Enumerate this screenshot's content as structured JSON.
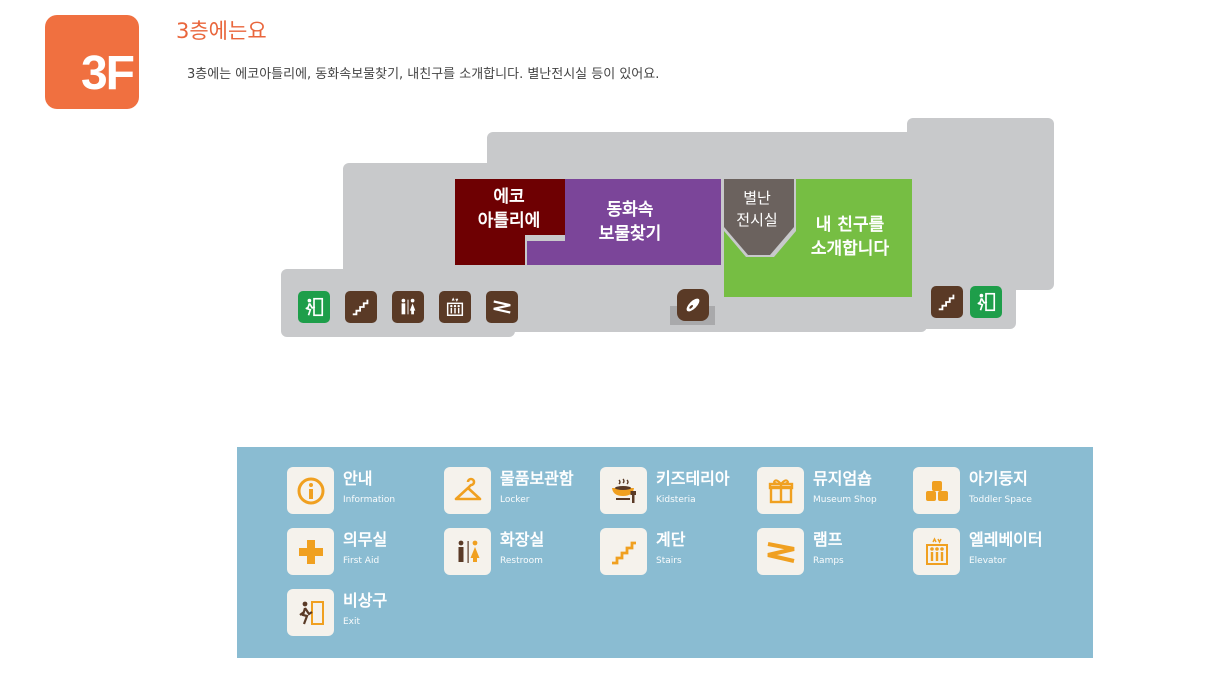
{
  "header": {
    "badge": "3F",
    "title": "3층에는요",
    "description": "3층에는 에코아틀리에, 동화속보물찾기, 내친구를 소개합니다. 별난전시실 등이 있어요."
  },
  "map": {
    "rooms": {
      "eco": "에코\n아틀리에",
      "treasure": "동화속\n보물찾기",
      "special": "별난\n전시실",
      "friend": "내 친구를\n소개합니다"
    }
  },
  "legend": {
    "items": [
      {
        "ko": "안내",
        "en": "Information",
        "icon": "info-icon"
      },
      {
        "ko": "물품보관함",
        "en": "Locker",
        "icon": "hanger-icon"
      },
      {
        "ko": "키즈테리아",
        "en": "Kidsteria",
        "icon": "food-icon"
      },
      {
        "ko": "뮤지엄숍",
        "en": "Museum Shop",
        "icon": "gift-icon"
      },
      {
        "ko": "아기둥지",
        "en": "Toddler Space",
        "icon": "blocks-icon"
      },
      {
        "ko": "의무실",
        "en": "First Aid",
        "icon": "first-aid-icon"
      },
      {
        "ko": "화장실",
        "en": "Restroom",
        "icon": "restroom-icon"
      },
      {
        "ko": "계단",
        "en": "Stairs",
        "icon": "stairs-icon"
      },
      {
        "ko": "램프",
        "en": "Ramps",
        "icon": "ramp-icon"
      },
      {
        "ko": "엘레베이터",
        "en": "Elevator",
        "icon": "elevator-icon"
      },
      {
        "ko": "비상구",
        "en": "Exit",
        "icon": "exit-icon"
      }
    ]
  },
  "colors": {
    "accent": "#f07040",
    "eco": "#6e0002",
    "treasure": "#7b4599",
    "special": "#6b625e",
    "friend": "#76be43",
    "legend_bg": "#8abcd2",
    "icon_orange": "#f0a020"
  }
}
